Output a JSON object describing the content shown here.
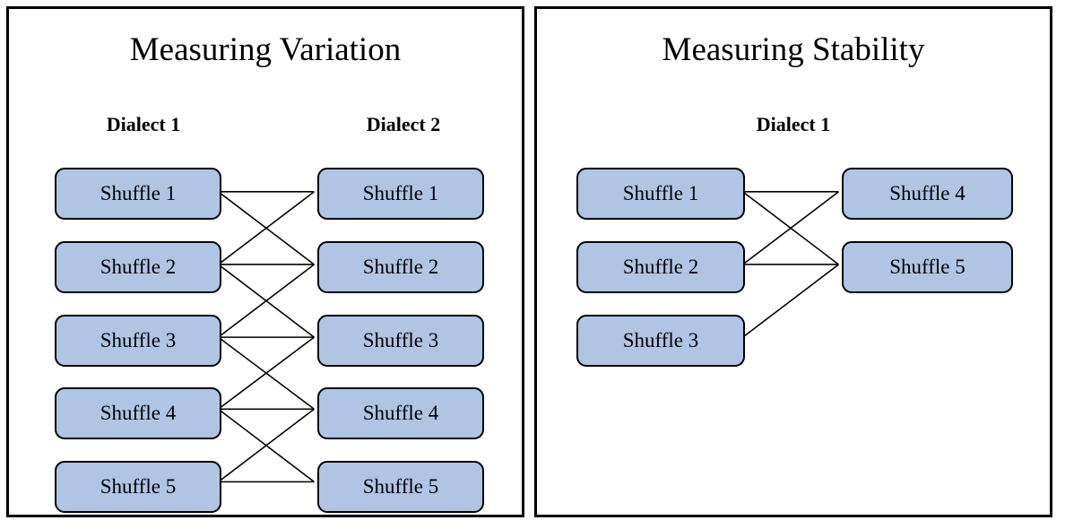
{
  "figure": {
    "background": "#ffffff",
    "node_fill": "#b0c4e4",
    "node_stroke": "#000000",
    "edge_stroke": "#000000"
  },
  "panels": [
    {
      "id": "measuring-variation",
      "title": "Measuring Variation",
      "columns": [
        {
          "label": "Dialect 1",
          "nodes": [
            "Shuffle 1",
            "Shuffle 2",
            "Shuffle 3",
            "Shuffle 4",
            "Shuffle 5"
          ]
        },
        {
          "label": "Dialect 2",
          "nodes": [
            "Shuffle 1",
            "Shuffle 2",
            "Shuffle 3",
            "Shuffle 4",
            "Shuffle 5"
          ]
        }
      ],
      "edges": [
        [
          0,
          0
        ],
        [
          0,
          1
        ],
        [
          1,
          0
        ],
        [
          1,
          1
        ],
        [
          1,
          2
        ],
        [
          2,
          1
        ],
        [
          2,
          2
        ],
        [
          2,
          3
        ],
        [
          3,
          2
        ],
        [
          3,
          3
        ],
        [
          3,
          4
        ],
        [
          4,
          3
        ],
        [
          4,
          4
        ]
      ]
    },
    {
      "id": "measuring-stability",
      "title": "Measuring Stability",
      "columns": [
        {
          "label": "Dialect 1",
          "nodes": [
            "Shuffle 1",
            "Shuffle 2",
            "Shuffle 3"
          ]
        },
        {
          "label": "",
          "nodes": [
            "Shuffle 4",
            "Shuffle 5"
          ]
        }
      ],
      "edges": [
        [
          0,
          0
        ],
        [
          0,
          1
        ],
        [
          1,
          0
        ],
        [
          1,
          1
        ],
        [
          2,
          1
        ]
      ]
    }
  ]
}
